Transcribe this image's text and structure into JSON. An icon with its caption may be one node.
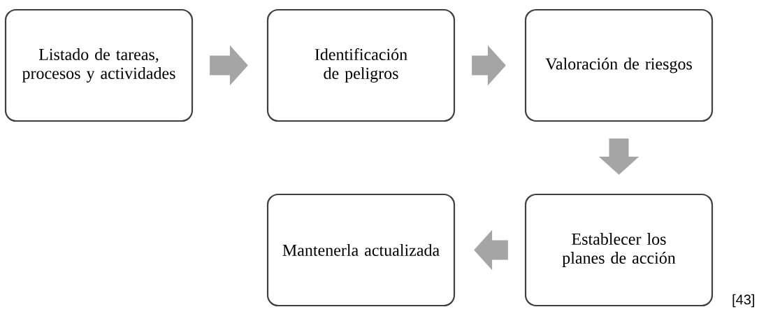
{
  "diagram": {
    "nodes": [
      {
        "text": [
          "Listado de tareas, procesos y actividades"
        ]
      },
      {
        "text": [
          "Identificación de peligros"
        ]
      },
      {
        "text": [
          "Valoración de riesgos"
        ]
      },
      {
        "text": [
          "Mantenerla actualizada"
        ]
      },
      {
        "text": [
          "Establecer los planes de acción"
        ]
      }
    ],
    "edges": [
      {
        "from": 0,
        "to": 1,
        "arrow": "to"
      },
      {
        "from": 1,
        "to": 2,
        "arrow": "to"
      },
      {
        "from": 2,
        "to": 4,
        "arrow": "to"
      },
      {
        "from": 4,
        "to": 3,
        "arrow": "to"
      }
    ],
    "labels": [
      "[43]"
    ]
  }
}
